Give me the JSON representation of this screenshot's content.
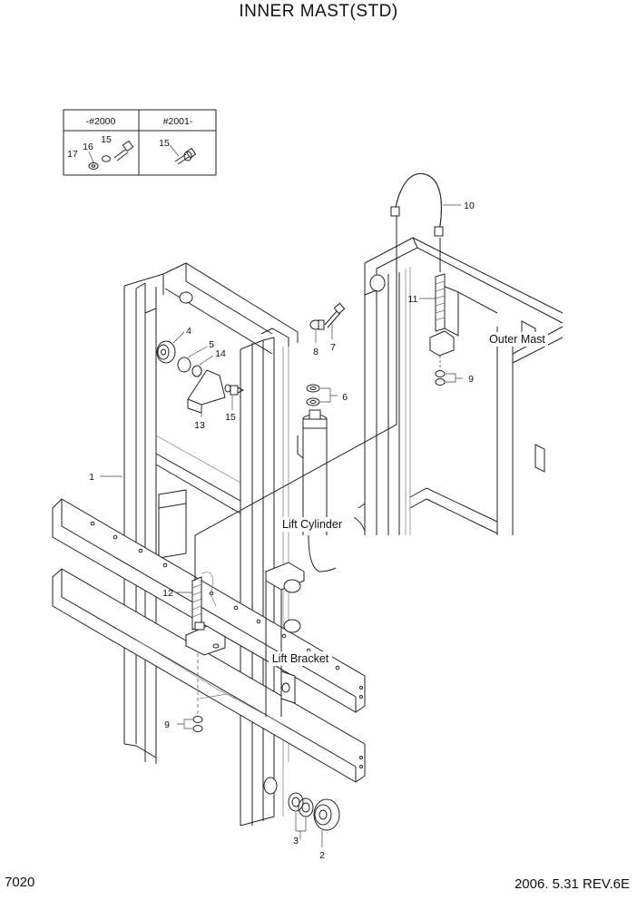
{
  "page": {
    "title": "INNER MAST(STD)",
    "page_number": "7020",
    "revision": "2006. 5.31 REV.6E"
  },
  "version_table": {
    "col1_header": "-#2000",
    "col2_header": "#2001-",
    "col1_callouts": [
      "17",
      "16",
      "15"
    ],
    "col2_callouts": [
      "15"
    ]
  },
  "callouts": {
    "c1": "1",
    "c2": "2",
    "c3": "3",
    "c4": "4",
    "c5": "5",
    "c6": "6",
    "c7": "7",
    "c8": "8",
    "c9a": "9",
    "c9b": "9",
    "c10": "10",
    "c11": "11",
    "c12": "12",
    "c13": "13",
    "c14": "14",
    "c15": "15"
  },
  "component_labels": {
    "outer_mast": "Outer Mast",
    "lift_cylinder": "Lift Cylinder",
    "lift_bracket": "Lift Bracket"
  }
}
